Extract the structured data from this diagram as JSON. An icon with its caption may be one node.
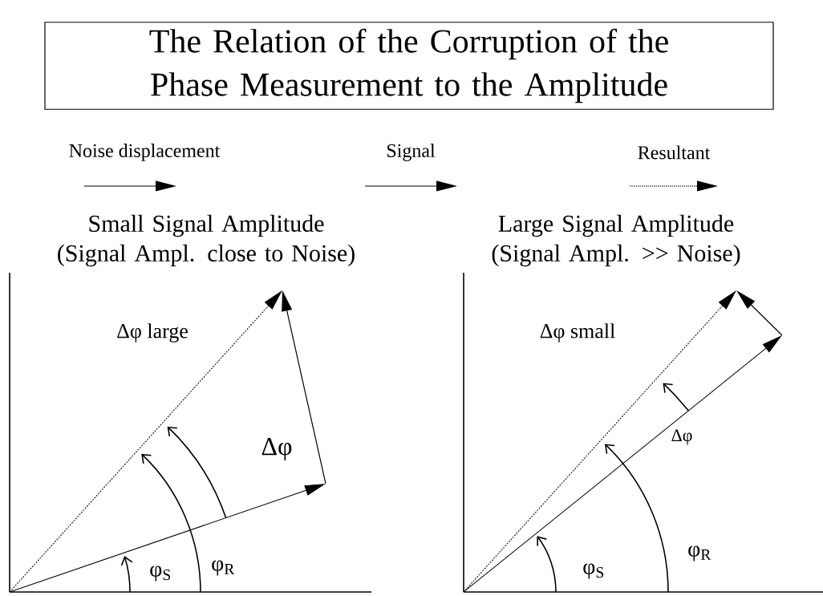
{
  "diagram": {
    "nodes": [
      {
        "text": [
          "The Relation of the Corruption of the Phase Measurement to the Amplitude"
        ]
      }
    ],
    "edges": [],
    "labels": [
      "Small Signal Amplitude (Signal Ampl. close to Noise)",
      "Large Signal Amplitude (Signal Ampl. >> Noise)",
      "Δφ large",
      "Δφ",
      "φ$_{S}$",
      "φ$_{R}$",
      "Δφ small",
      "Δφ",
      "φ$_{S}$",
      "φ$_{R}$"
    ],
    "legend": [
      {
        "text": "Noise displacement"
      },
      {
        "text": "Signal"
      },
      {
        "text": "Resultant"
      }
    ]
  }
}
